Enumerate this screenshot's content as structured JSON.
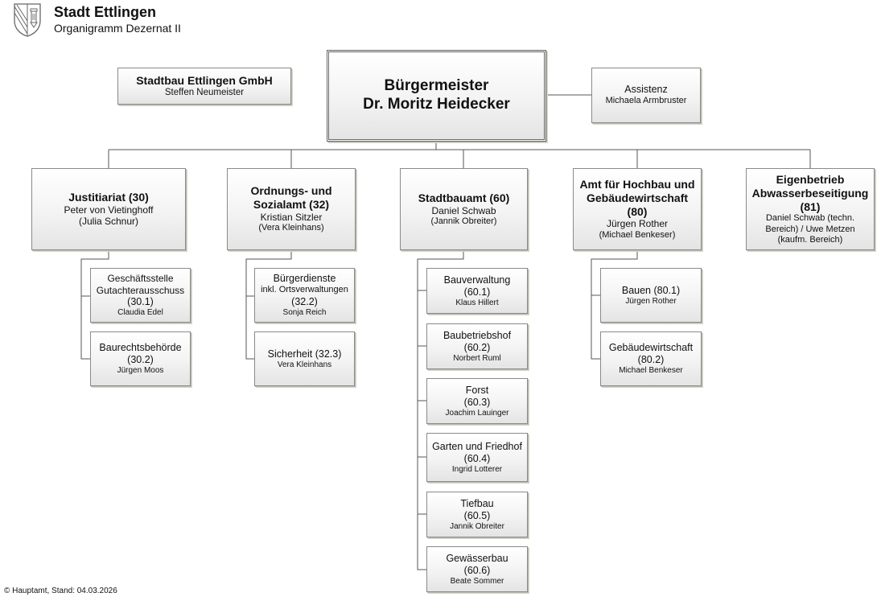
{
  "header": {
    "title": "Stadt Ettlingen",
    "subtitle": "Organigramm Dezernat II",
    "logo_icon": "coat-of-arms-icon"
  },
  "top": {
    "stadtbau": {
      "title": "Stadtbau Ettlingen GmbH",
      "person": "Steffen Neumeister"
    },
    "buergermeister": {
      "title": "Bürgermeister",
      "person": "Dr. Moritz Heidecker"
    },
    "assistenz": {
      "title": "Assistenz",
      "person": "Michaela Armbruster"
    }
  },
  "departments": [
    {
      "title": "Justitiariat (30)",
      "lines": [
        "Peter von Vietinghoff",
        "(Julia Schnur)"
      ],
      "units": [
        {
          "title": [
            "Geschäftsstelle",
            "Gutachterausschuss",
            "(30.1)"
          ],
          "person": "Claudia Edel"
        },
        {
          "title": [
            "Baurechtsbehörde",
            "(30.2)"
          ],
          "person": "Jürgen Moos"
        }
      ]
    },
    {
      "title": "Ordnungs- und Sozialamt (32)",
      "title_lines": [
        "Ordnungs- und",
        "Sozialamt (32)"
      ],
      "lines": [
        "Kristian Sitzler",
        "(Vera Kleinhans)"
      ],
      "units": [
        {
          "title": [
            "Bürgerdienste",
            "inkl. Ortsverwaltungen",
            "(32.2)"
          ],
          "person": "Sonja Reich"
        },
        {
          "title": [
            "Sicherheit (32.3)"
          ],
          "person": "Vera Kleinhans"
        }
      ]
    },
    {
      "title": "Stadtbauamt (60)",
      "lines": [
        "Daniel Schwab",
        "(Jannik Obreiter)"
      ],
      "units": [
        {
          "title": [
            "Bauverwaltung",
            "(60.1)"
          ],
          "person": "Klaus Hillert"
        },
        {
          "title": [
            "Baubetriebshof",
            "(60.2)"
          ],
          "person": "Norbert Ruml"
        },
        {
          "title": [
            "Forst",
            "(60.3)"
          ],
          "person": "Joachim Lauinger"
        },
        {
          "title": [
            "Garten und Friedhof",
            "(60.4)"
          ],
          "person": "Ingrid Lotterer"
        },
        {
          "title": [
            "Tiefbau",
            "(60.5)"
          ],
          "person": "Jannik Obreiter"
        },
        {
          "title": [
            "Gewässerbau",
            "(60.6)"
          ],
          "person": "Beate Sommer"
        }
      ]
    },
    {
      "title": "Amt für Hochbau und Gebäudewirtschaft (80)",
      "title_lines": [
        "Amt für Hochbau und",
        "Gebäudewirtschaft",
        "(80)"
      ],
      "lines": [
        "Jürgen Rother",
        "(Michael Benkeser)"
      ],
      "units": [
        {
          "title": [
            "Bauen (80.1)"
          ],
          "person": "Jürgen Rother"
        },
        {
          "title": [
            "Gebäudewirtschaft",
            "(80.2)"
          ],
          "person": "Michael Benkeser"
        }
      ]
    },
    {
      "title": "Eigenbetrieb Abwasserbeseitigung (81)",
      "title_lines": [
        "Eigenbetrieb",
        "Abwasserbeseitigung",
        "(81)"
      ],
      "lines": [
        "Daniel Schwab (techn.",
        "Bereich) / Uwe Metzen",
        "(kaufm. Bereich)"
      ],
      "units": []
    }
  ],
  "footer": {
    "text": "© Hauptamt, Stand: 04.03.2026"
  },
  "colors": {
    "line": "#555555",
    "border": "#8a8a8a",
    "box_top": "#ffffff",
    "box_bottom": "#e4e4e4"
  }
}
